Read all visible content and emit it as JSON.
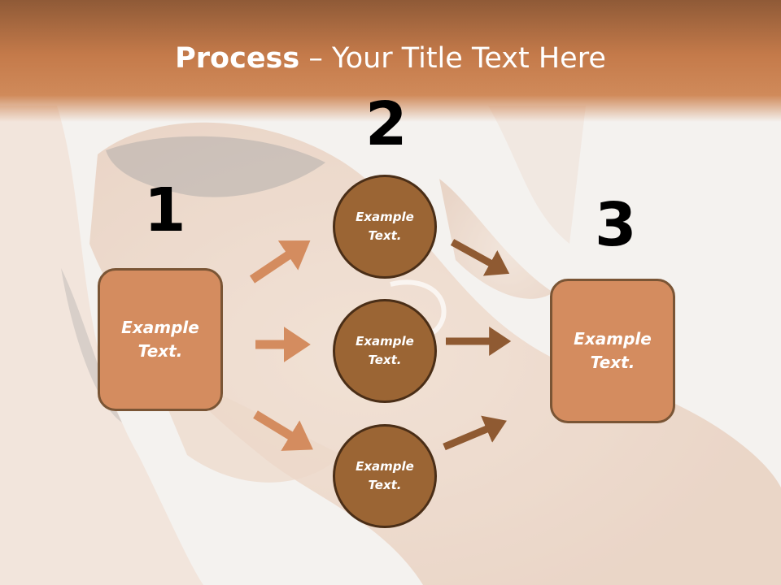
{
  "title": {
    "bold": "Process",
    "rest": " – Your Title Text Here"
  },
  "steps": [
    {
      "number": "1",
      "label": "Example Text."
    },
    {
      "number": "2",
      "items": [
        "Example Text.",
        "Example Text.",
        "Example Text."
      ]
    },
    {
      "number": "3",
      "label": "Example Text."
    }
  ],
  "colors": {
    "header": "#c47a4a",
    "box_fill": "#d48c5f",
    "circle_fill": "#9b6534",
    "arrow_light": "#d48c5f",
    "arrow_dark": "#8f5a32"
  }
}
